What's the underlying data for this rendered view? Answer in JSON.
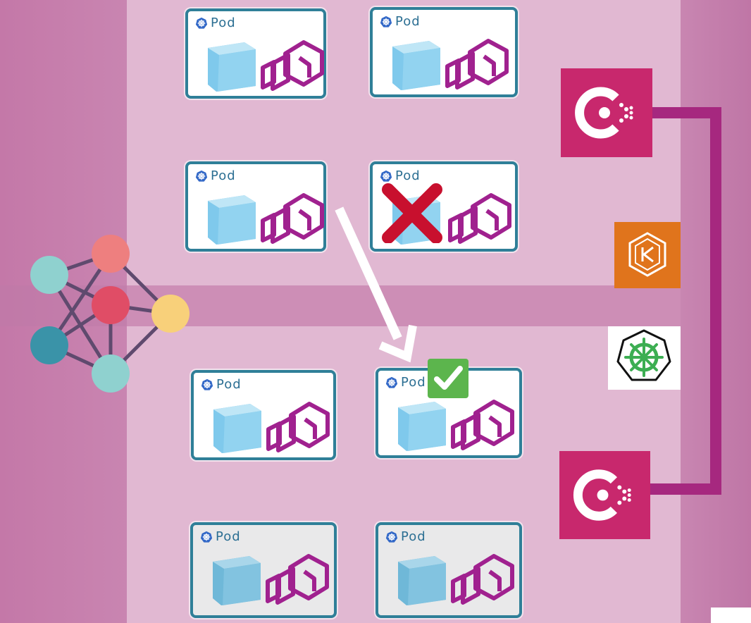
{
  "pod_label": "Pod",
  "colors": {
    "consul": "#c8286d",
    "eks": "#e0741c",
    "pod_border": "#2f7f98",
    "envoy": "#a0218f",
    "connector": "#a6287f",
    "fail": "#c8102e",
    "success": "#4caf50"
  },
  "icons": [
    "kubernetes-icon",
    "cube-icon",
    "envoy-icon",
    "consul-icon",
    "eks-icon",
    "cross-icon",
    "checkmark-icon",
    "network-graph-icon"
  ],
  "pods": [
    {
      "id": "p1",
      "state": "healthy"
    },
    {
      "id": "p2",
      "state": "healthy"
    },
    {
      "id": "p3",
      "state": "healthy"
    },
    {
      "id": "p4",
      "state": "failed"
    },
    {
      "id": "p5",
      "state": "healthy"
    },
    {
      "id": "p6",
      "state": "restored"
    },
    {
      "id": "p7",
      "state": "healthy"
    },
    {
      "id": "p8",
      "state": "healthy"
    }
  ]
}
